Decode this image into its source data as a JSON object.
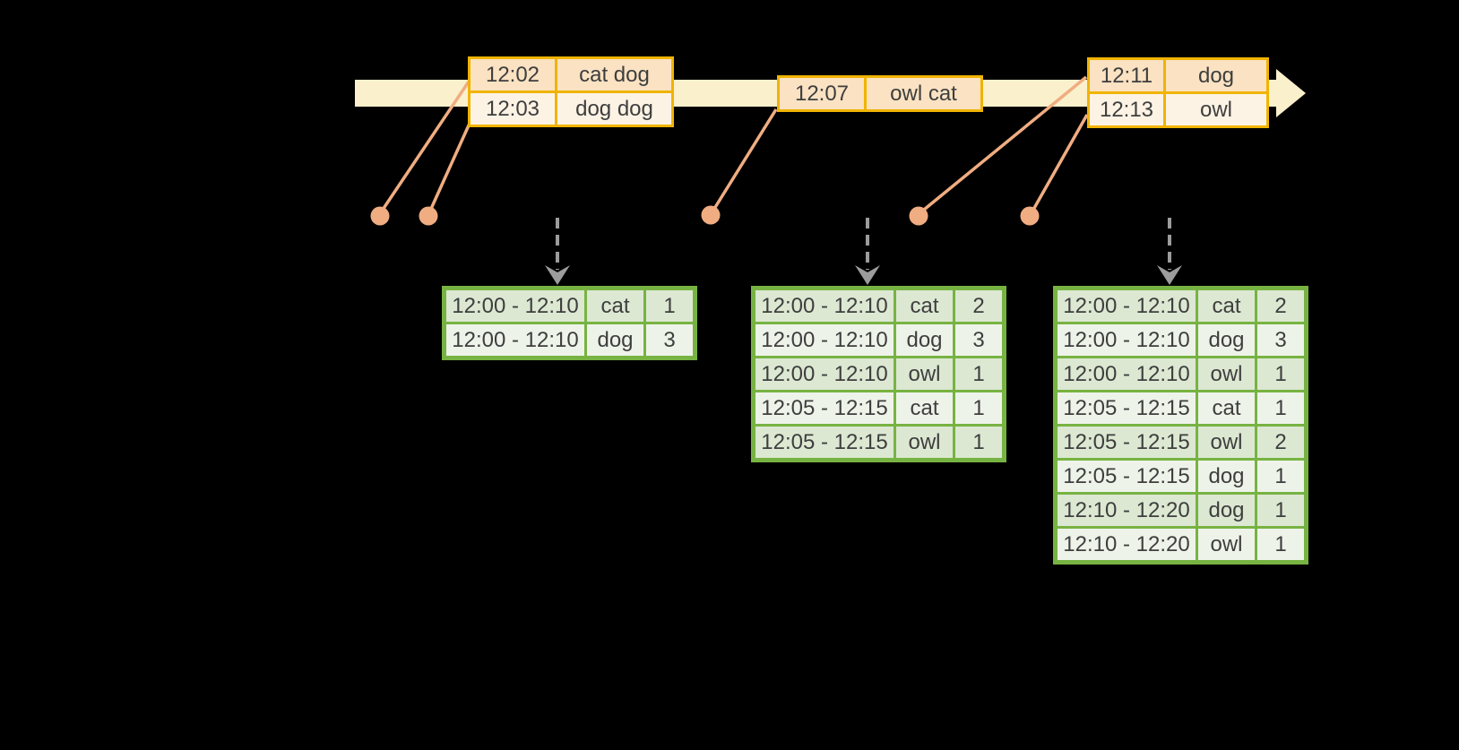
{
  "diagram": {
    "title": "streaming-windowed-word-counts",
    "colors": {
      "background": "#000000",
      "timeline_band": "#FBF0CC",
      "event_border": "#F0B400",
      "event_row_dark": "#FAE2C2",
      "event_row_light": "#FDF3E4",
      "leader_line": "#F0AD81",
      "trigger_arrow": "#9C9C9C",
      "table_border": "#77B342",
      "table_row_dark": "#DCE8D2",
      "table_row_light": "#EEF3E9",
      "text": "#3E3E3E"
    },
    "timeline_events": [
      {
        "time": "12:02",
        "words": "cat dog"
      },
      {
        "time": "12:03",
        "words": "dog dog"
      },
      {
        "time": "12:07",
        "words": "owl cat"
      },
      {
        "time": "12:11",
        "words": "dog"
      },
      {
        "time": "12:13",
        "words": "owl"
      }
    ],
    "event_boxes": [
      {
        "rows": [
          [
            "12:02",
            "cat dog"
          ],
          [
            "12:03",
            "dog dog"
          ]
        ]
      },
      {
        "rows": [
          [
            "12:07",
            "owl cat"
          ]
        ]
      },
      {
        "rows": [
          [
            "12:11",
            "dog"
          ],
          [
            "12:13",
            "owl"
          ]
        ]
      }
    ],
    "result_tables": [
      {
        "rows": [
          [
            "12:00 - 12:10",
            "cat",
            "1"
          ],
          [
            "12:00 - 12:10",
            "dog",
            "3"
          ]
        ]
      },
      {
        "rows": [
          [
            "12:00 - 12:10",
            "cat",
            "2"
          ],
          [
            "12:00 - 12:10",
            "dog",
            "3"
          ],
          [
            "12:00 - 12:10",
            "owl",
            "1"
          ],
          [
            "12:05 - 12:15",
            "cat",
            "1"
          ],
          [
            "12:05 - 12:15",
            "owl",
            "1"
          ]
        ]
      },
      {
        "rows": [
          [
            "12:00 - 12:10",
            "cat",
            "2"
          ],
          [
            "12:00 - 12:10",
            "dog",
            "3"
          ],
          [
            "12:00 - 12:10",
            "owl",
            "1"
          ],
          [
            "12:05 - 12:15",
            "cat",
            "1"
          ],
          [
            "12:05 - 12:15",
            "owl",
            "2"
          ],
          [
            "12:05 - 12:15",
            "dog",
            "1"
          ],
          [
            "12:10 - 12:20",
            "dog",
            "1"
          ],
          [
            "12:10 - 12:20",
            "owl",
            "1"
          ]
        ]
      }
    ]
  }
}
